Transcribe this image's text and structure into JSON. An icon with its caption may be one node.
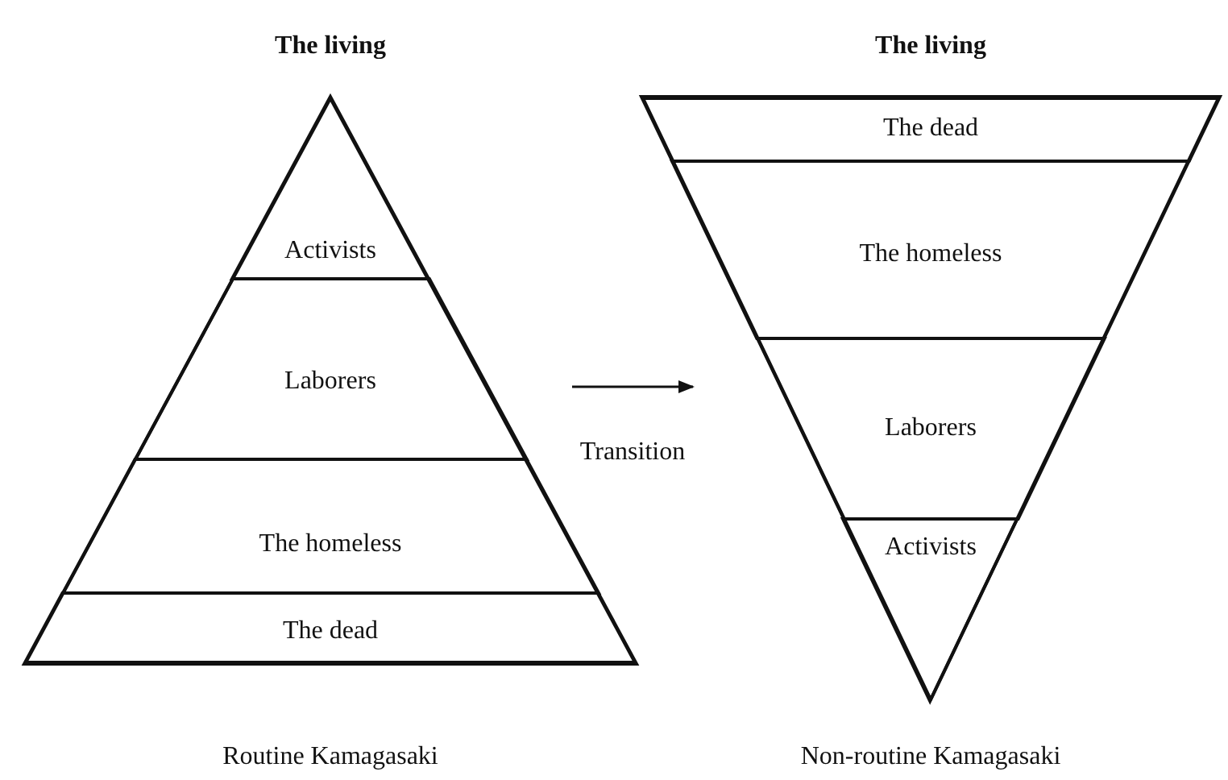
{
  "diagram": {
    "nodes": [
      {
        "text": [
          "The living"
        ],
        "beside": [
          "Routine Kamagasaki"
        ]
      },
      {
        "text": [
          "Activists"
        ],
        "in": 0
      },
      {
        "text": [
          "Laborers"
        ],
        "in": 0
      },
      {
        "text": [
          "The homeless"
        ],
        "in": 0
      },
      {
        "text": [
          "The dead"
        ],
        "in": 0
      },
      {
        "text": [
          "The living"
        ],
        "beside": [
          "Non-routine Kamagasaki"
        ]
      },
      {
        "text": [
          "The dead"
        ],
        "in": 5
      },
      {
        "text": [
          "The homeless"
        ],
        "in": 5
      },
      {
        "text": [
          "Laborers"
        ],
        "in": 5
      },
      {
        "text": [
          "Activists"
        ],
        "in": 5
      }
    ],
    "edges": [
      {
        "from": 0,
        "to": 5,
        "arrow": "to",
        "label": "Transition"
      }
    ]
  }
}
